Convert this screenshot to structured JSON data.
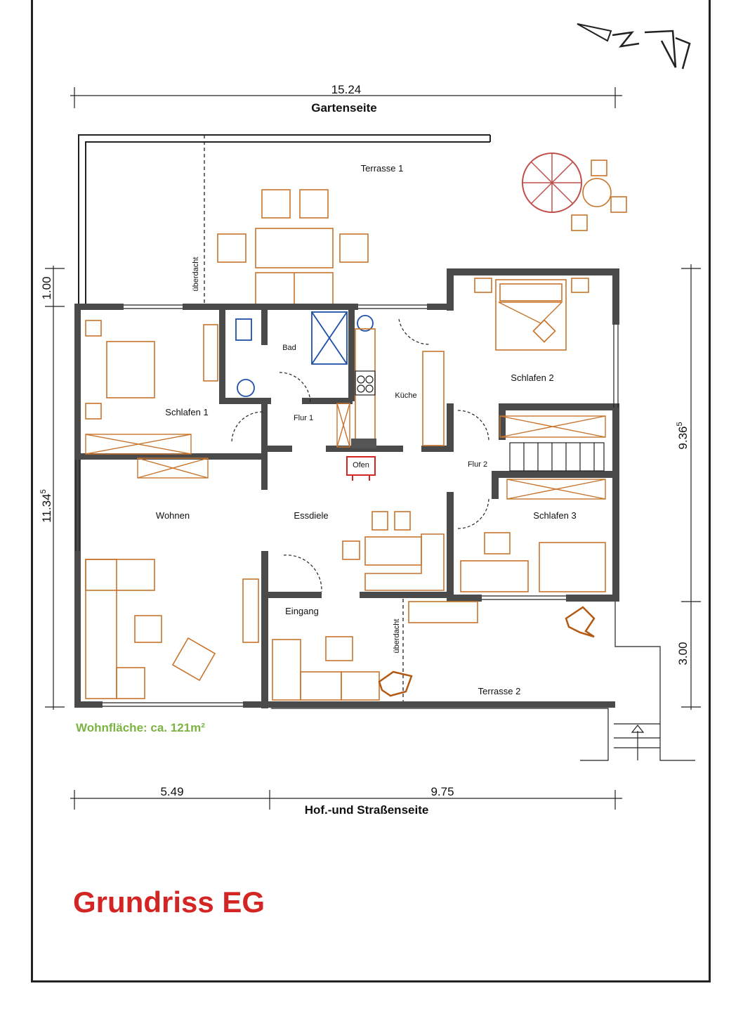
{
  "title": "Grundriss EG",
  "area_note": "Wohnfläche: ca. 121m²",
  "sides": {
    "garden": "Gartenseite",
    "street": "Hof.-und Straßenseite"
  },
  "dimensions": {
    "total_width": "15.24",
    "left_width": "5.49",
    "right_width": "9.75",
    "left_depth_top": "1.00",
    "left_depth_main": "11.34",
    "left_depth_main_sup": "5",
    "right_depth_main": "9.36",
    "right_depth_main_sup": "5",
    "right_depth_bottom": "3.00"
  },
  "rooms": {
    "terrasse1": "Terrasse 1",
    "terrasse2": "Terrasse 2",
    "schlafen1": "Schlafen 1",
    "schlafen2": "Schlafen 2",
    "schlafen3": "Schlafen 3",
    "bad": "Bad",
    "kueche": "Küche",
    "flur1": "Flur 1",
    "flur2": "Flur 2",
    "ofen": "Ofen",
    "wohnen": "Wohnen",
    "essdiele": "Essdiele",
    "eingang": "Eingang"
  },
  "annotations": {
    "covered1": "überdacht",
    "covered2": "überdacht"
  }
}
